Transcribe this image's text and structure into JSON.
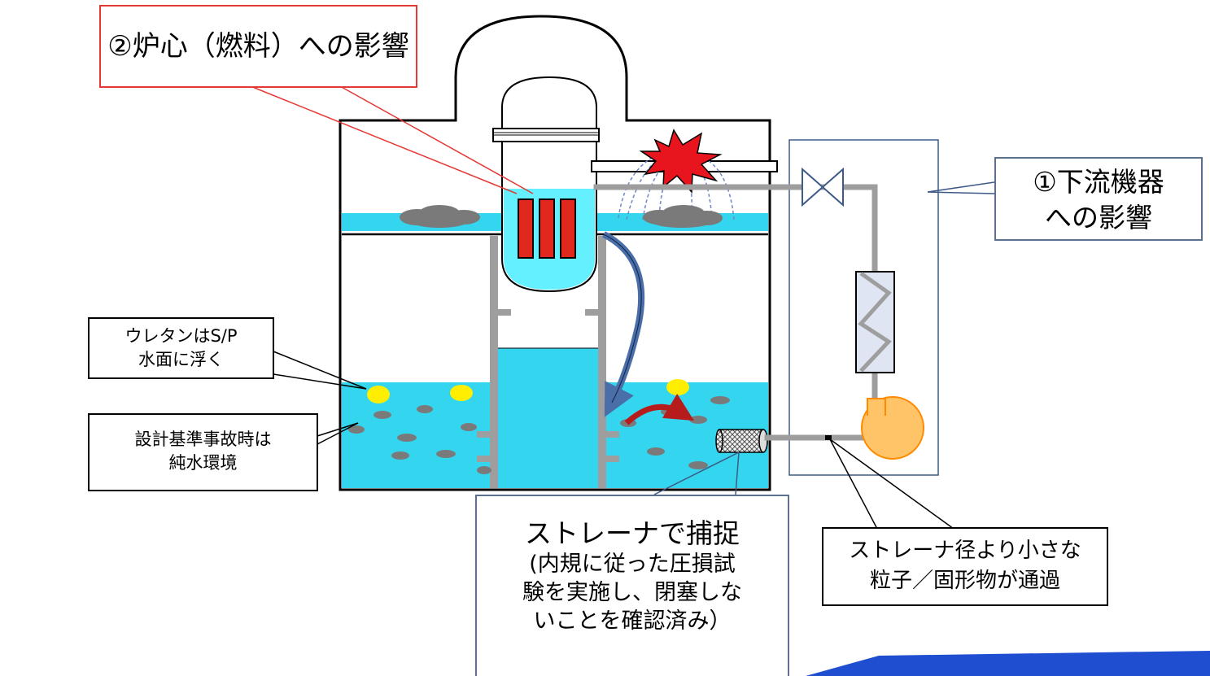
{
  "callouts": {
    "core_impact": "②炉心（燃料）への影響",
    "downstream_impact": [
      "①下流機器",
      "への影響"
    ],
    "urethane_note": [
      "ウレタンはS/P",
      "水面に浮く"
    ],
    "design_basis_note": [
      "設計基準事故時は",
      "純水環境"
    ],
    "strainer_capture": {
      "title": "ストレーナで捕捉",
      "detail": [
        "(内規に従った圧損試",
        "験を実施し、閉塞しな",
        "いことを確認済み）"
      ]
    },
    "particle_pass": [
      "ストレーナ径より小さな",
      "粒子／固形物が通過"
    ]
  },
  "colors": {
    "water": "#33d6ee",
    "core_vessel": "#64f0ff",
    "fuel_rod": "#e0281e",
    "debris": "#7a7a7a",
    "floating_urethane": "#ffee00",
    "pipe": "#9e9e9e",
    "pump": "#ffc468",
    "explosion": "#e8141e",
    "red_callout_border": "#e53935",
    "blue_callout_border": "#5b6f91",
    "arrow": "#4a6ea8",
    "curved_arrow_red": "#c62828",
    "ribbon": "#1f4fd0"
  },
  "icons": {
    "valve": "bowtie-valve-icon",
    "heat_exchanger": "heat-exchanger-icon",
    "pump": "pump-icon",
    "strainer": "mesh-strainer-icon",
    "break": "explosion-icon"
  }
}
